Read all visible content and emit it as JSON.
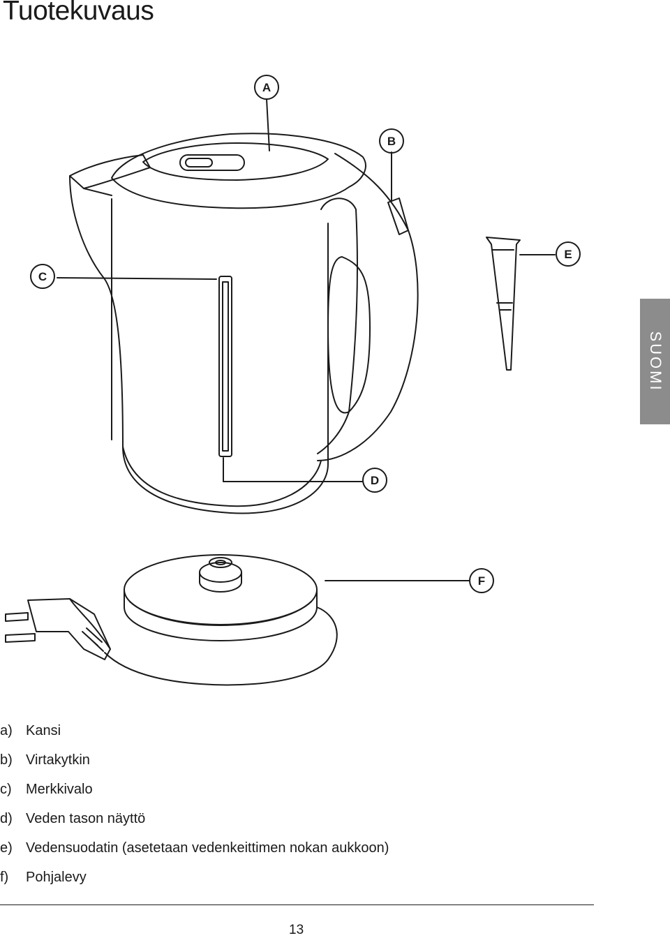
{
  "title": "Tuotekuvaus",
  "side_tab": "SUOMI",
  "callouts": {
    "a": "A",
    "b": "B",
    "c": "C",
    "d": "D",
    "e": "E",
    "f": "F"
  },
  "parts": [
    {
      "key": "a)",
      "text": "Kansi"
    },
    {
      "key": "b)",
      "text": "Virtakytkin"
    },
    {
      "key": "c)",
      "text": "Merkkivalo"
    },
    {
      "key": "d)",
      "text": "Veden tason näyttö"
    },
    {
      "key": "e)",
      "text": "Vedensuodatin (asetetaan vedenkeittimen nokan aukkoon)"
    },
    {
      "key": "f)",
      "text": "Pohjalevy"
    }
  ],
  "page_number": "13"
}
